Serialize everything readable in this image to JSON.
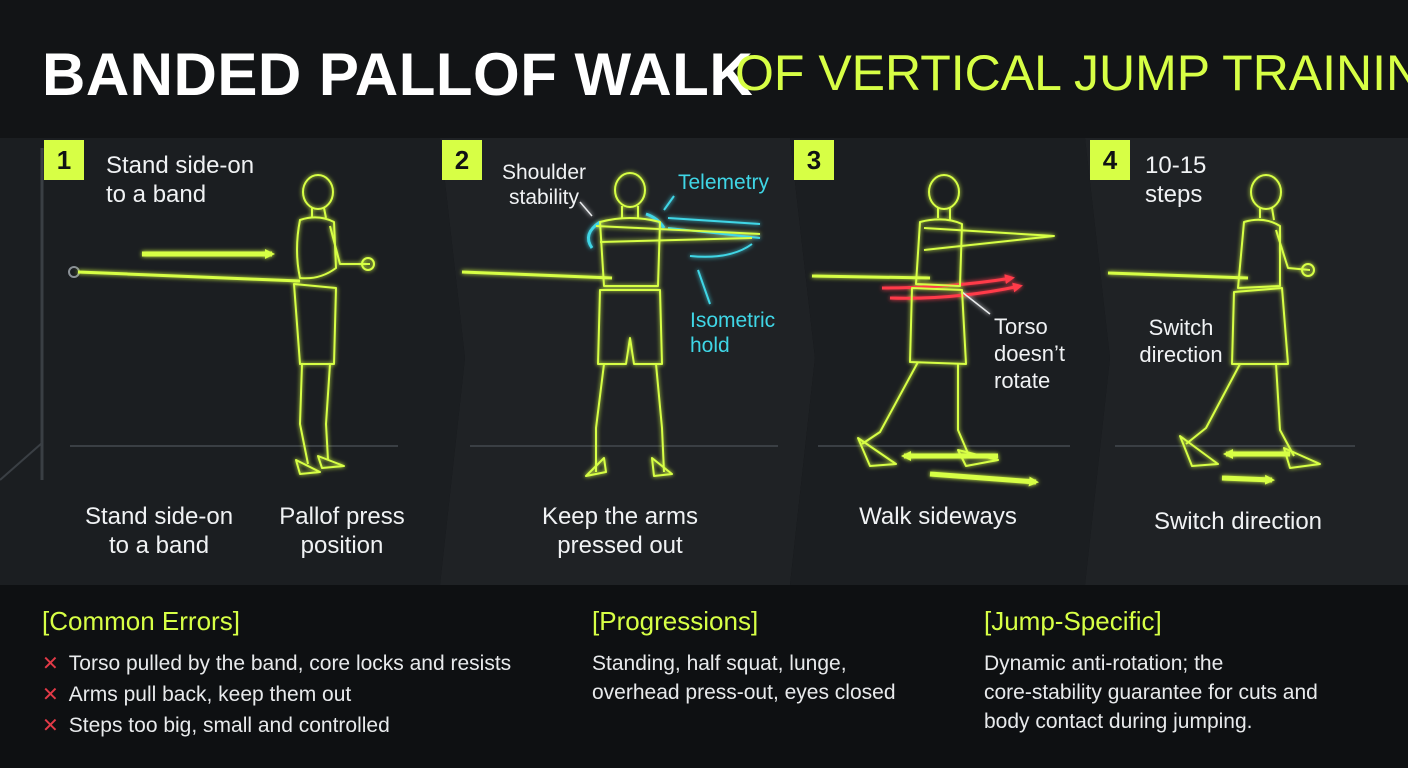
{
  "header": {
    "title": "BANDED PALLOF WALK",
    "subtitle": "OF VERTICAL JUMP TRAINING"
  },
  "colors": {
    "accent": "#d7ff45",
    "cyan": "#3fd6e6",
    "error": "#e23a47",
    "panel": "#1b1e21",
    "background": "#101214"
  },
  "steps": [
    {
      "number": "1",
      "label": [
        "Stand side-on",
        "to a band"
      ],
      "captions": [
        [
          "Stand side-on",
          "to a band"
        ],
        [
          "Pallof press",
          "position"
        ]
      ]
    },
    {
      "number": "2",
      "callouts": {
        "shoulder": [
          "Shoulder",
          "stability"
        ],
        "telemetry": "Telemetry",
        "isometric": [
          "Isometric",
          "hold"
        ]
      },
      "caption": [
        "Keep the arms",
        "pressed out"
      ]
    },
    {
      "number": "3",
      "callout": [
        "Torso",
        "doesn’t",
        "rotate"
      ],
      "caption": "Walk sideways"
    },
    {
      "number": "4",
      "label": [
        "10-15",
        "steps"
      ],
      "callout": [
        "Switch",
        "direction"
      ],
      "caption": "Switch direction"
    }
  ],
  "bottom": {
    "errors": {
      "heading": "[Common Errors]",
      "icon": "x-mark-icon",
      "items": [
        "Torso pulled by the band, core locks and resists",
        "Arms pull back, keep them out",
        "Steps too big, small and controlled"
      ]
    },
    "progressions": {
      "heading": "[Progressions]",
      "lines": [
        "Standing, half squat, lunge,",
        "overhead press-out, eyes closed"
      ]
    },
    "jump": {
      "heading": "[Jump-Specific]",
      "lines": [
        "Dynamic anti-rotation; the",
        "core-stability guarantee for cuts and",
        "body contact during jumping."
      ]
    }
  }
}
